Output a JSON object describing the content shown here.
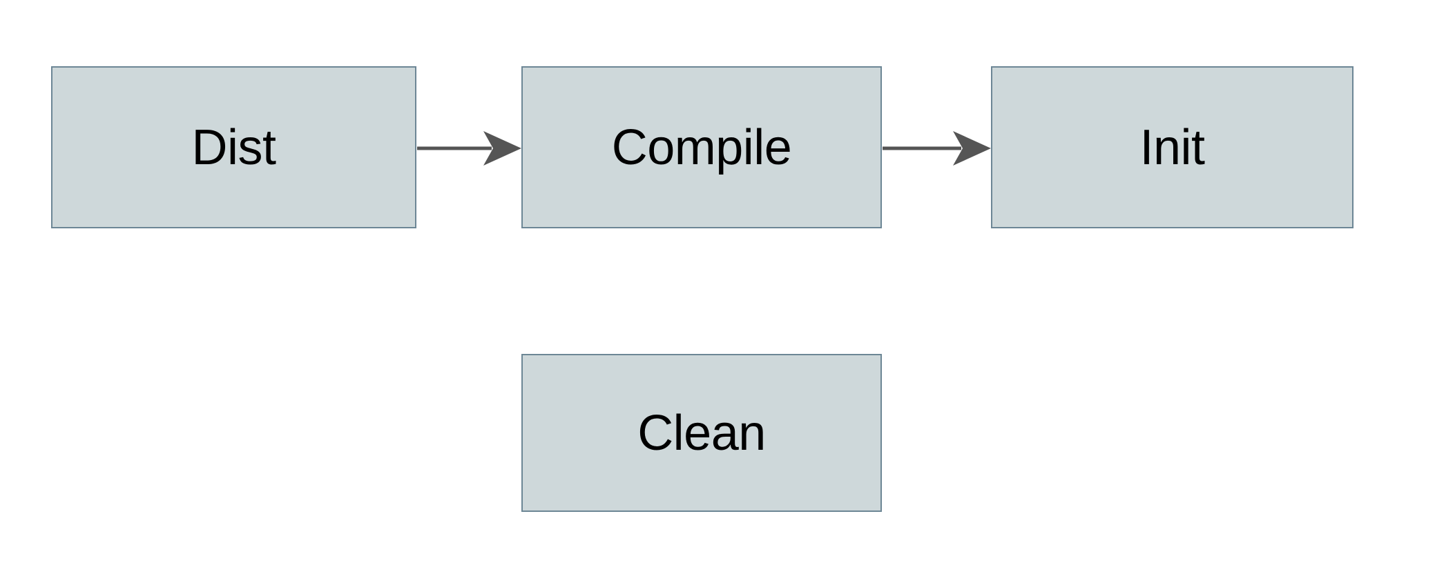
{
  "diagram": {
    "type": "flowchart",
    "orientation": "left-to-right",
    "background_color": "#ffffff",
    "node_fill_color": "#ced8da",
    "node_border_color": "#6c8695",
    "edge_color": "#555555",
    "label_color": "#000000",
    "nodes": [
      {
        "id": "dist",
        "label": "Dist"
      },
      {
        "id": "compile",
        "label": "Compile"
      },
      {
        "id": "init",
        "label": "Init"
      },
      {
        "id": "clean",
        "label": "Clean"
      }
    ],
    "edges": [
      {
        "from": "dist",
        "to": "compile",
        "arrowhead": "stealth-arrow-icon"
      },
      {
        "from": "compile",
        "to": "init",
        "arrowhead": "stealth-arrow-icon"
      }
    ]
  }
}
